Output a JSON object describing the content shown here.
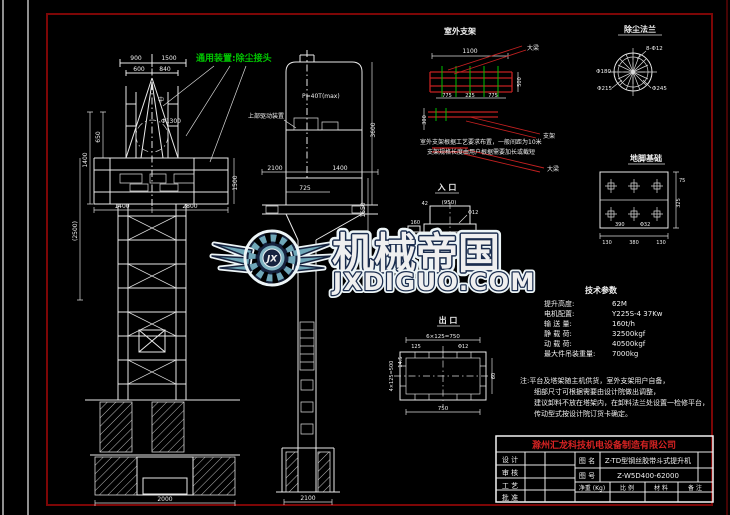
{
  "sheet": {
    "bg": "#000000",
    "frame_color": "#7d0606",
    "line_color": "#e9e9e9",
    "green": "#00c400",
    "red_line": "#c22020",
    "watermark_blue": "#7fb3c2",
    "watermark_dark": "#16233f"
  },
  "general_label": "通用装置:除尘接头",
  "front_view": {
    "dim_900": "900",
    "dim_1500_top": "1500",
    "dim_600": "600",
    "dim_840": "840",
    "center_mark": "中",
    "dim_phi1300": "Φ1300",
    "dim_650": "650",
    "dim_1400_left": "1400",
    "dim_2500": "(2500)",
    "dim_1500_mid": "1500",
    "dim_1400_bot": "1400",
    "dim_2800": "2800",
    "dim_2000": "2000"
  },
  "side_view": {
    "p_label": "P=40T(max)",
    "drive_label": "上部驱动装置",
    "dim_3600": "3600",
    "dim_1650": "1650",
    "dim_2100_top": "2100",
    "dim_1400": "1400",
    "dim_725": "725",
    "dim_2100_bot": "2100"
  },
  "outdoor_support": {
    "title": "室外支架",
    "dim_1100": "1100",
    "dim_500": "500",
    "dim_775a": "775",
    "dim_225": "225",
    "dim_775b": "775",
    "dim_300": "300",
    "label_beam_top": "大梁",
    "label_support": "支架",
    "label_beam_bottom": "大梁",
    "note1": "室外支架根据工艺要求布置，一般间距为10米",
    "note2": "支架规格长度由用户根据需要加长或截短"
  },
  "flange_detail": {
    "title": "除尘法兰",
    "bolts": "8-Φ12",
    "d_inner": "Φ180",
    "d_mid": "Φ215",
    "d_outer": "Φ245"
  },
  "foundation_detail": {
    "title": "地脚基础",
    "dim_390": "390",
    "dim_phi32": "Φ32",
    "dim_75": "75",
    "dim_325": "325",
    "dim_130a": "130",
    "dim_380": "380",
    "dim_130b": "130"
  },
  "inlet_detail": {
    "title": "入 口",
    "dim_950": "(950)",
    "dim_phi12": "Φ12",
    "dim_42": "42",
    "dim_160": "160"
  },
  "outlet_detail": {
    "title": "出 口",
    "dim_top": "6×125=750",
    "dim_125": "125",
    "dim_phi12": "Φ12",
    "dim_left": "4×125=500",
    "dim_145": "14.5",
    "dim_750": "750",
    "dim_60": "60"
  },
  "tech_params": {
    "title": "技术参数",
    "rows": [
      {
        "label": "提升高度:",
        "value": "62M"
      },
      {
        "label": "电机配置:",
        "value": "Y225S-4  37Kw"
      },
      {
        "label": "输 送 量:",
        "value": "160t/h"
      },
      {
        "label": "静 载 荷:",
        "value": "32500kgf"
      },
      {
        "label": "动 载 荷:",
        "value": "40500kgf"
      },
      {
        "label": "最大件吊装重量:",
        "value": "7000kg"
      }
    ]
  },
  "notes": {
    "line1": "注:平台及塔架随主机供货，室外支架用户自备，",
    "line2": "细部尺寸可根据需要由设计院做出调整，",
    "line3": "建议卸料不放在塔架内，在卸料法兰处设置一检修平台，",
    "line4": "传动型式按设计院订货卡确定。"
  },
  "title_block": {
    "company": "滁州汇龙科技机电设备制造有限公司",
    "row_design": "设 计",
    "row_check": "审 核",
    "row_process": "工 艺",
    "row_approve": "批 准",
    "name_label": "图  名",
    "name_value": "Z-TD型钢丝胶带斗式提升机",
    "no_label": "图  号",
    "no_value": "Z-W5D400-62000",
    "weight_label": "净重 (Kg)",
    "scale_label": "比 例",
    "material_label": "材 料",
    "remark_label": "备 注"
  },
  "watermark": {
    "brand": "机械帝国",
    "domain": "JXDIGUO.COM",
    "badge": "JX"
  }
}
